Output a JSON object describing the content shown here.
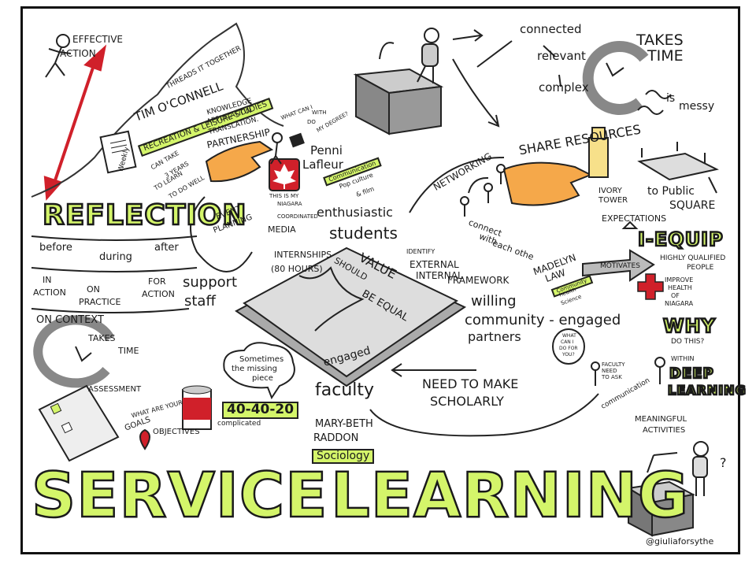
{
  "title_service": "SERVICE",
  "title_learning": "LEARNING",
  "credit": "@giuliaforsythe",
  "effective_action": [
    "EFFECTIVE",
    "ACTION"
  ],
  "threads_together": "THREADS IT TOGETHER",
  "tim": {
    "name": "TIM O'CONNELL",
    "dept": "RECREATION & LEISURE STUDIES"
  },
  "knowledge": [
    "KNOWLEDGE",
    "APPLICATION",
    "TRANSLATION."
  ],
  "partnership": "PARTNERSHIP",
  "weekly": "Weekly",
  "can_take": [
    "CAN TAKE",
    "3 YEARS",
    "TO LEARN",
    "TO DO WELL"
  ],
  "reflection": "REFLECTION",
  "before": "before",
  "during": "during",
  "after": "after",
  "in_action": [
    "IN",
    "ACTION"
  ],
  "on_practice": [
    "ON",
    "PRACTICE"
  ],
  "for_action": [
    "FOR",
    "ACTION"
  ],
  "on_context": "ON   CONTEXT",
  "takes_time_small": [
    "TAKES",
    "TIME"
  ],
  "assessment": "ASSESSMENT",
  "goals": [
    "WHAT ARE YOUR",
    "GOALS"
  ],
  "objectives": "OBJECTIVES",
  "missing_piece": [
    "Sometimes",
    "the missing",
    "piece"
  ],
  "ratio": "40-40-20",
  "complicated": "complicated",
  "support_staff": [
    "support",
    "staff"
  ],
  "event_planning": [
    "EVENT",
    "PLANNING"
  ],
  "this_is_niagara": [
    "THIS IS MY",
    "NIAGARA"
  ],
  "coordinated_media": [
    "COORDINATED",
    "MEDIA"
  ],
  "internships": [
    "INTERNSHIPS",
    "(80 HOURS)"
  ],
  "what_can_i_do": [
    "WHAT CAN I",
    "DO",
    "WITH",
    "MY DEGREE?"
  ],
  "penni": {
    "name": [
      "Penni",
      "Lafleur"
    ],
    "dept": [
      "Communication",
      "Pop culture",
      "& film"
    ]
  },
  "enthusiastic": [
    "enthusiastic",
    "students"
  ],
  "value": "VALUE",
  "should": "SHOULD",
  "be_equal": "BE EQUAL",
  "engaged": "engaged",
  "faculty": "faculty",
  "mary_beth": {
    "name": [
      "MARY-BETH",
      "RADDON"
    ],
    "dept": "Sociology"
  },
  "need_scholarly": [
    "NEED TO MAKE",
    "SCHOLARLY"
  ],
  "connected": [
    "connected",
    "relevant",
    "complex"
  ],
  "takes_time_big": [
    "TAKES",
    "TIME"
  ],
  "is_messy": [
    "is",
    "messy"
  ],
  "networking": "NETWORKING",
  "share_resources": "SHARE RESOURCES",
  "connect": [
    "connect",
    "with",
    "each othe"
  ],
  "ivory_tower": [
    "IVORY",
    "TOWER"
  ],
  "public_square": [
    "to Public",
    "SQUARE"
  ],
  "expectations": "EXPECTATIONS",
  "iequip": "I-EQUIP",
  "qualified": [
    "HIGHLY QUALIFIED",
    "PEOPLE"
  ],
  "improve": [
    "IMPROVE",
    "HEALTH",
    "OF",
    "NIAGARA"
  ],
  "identify": "IDENTIFY",
  "framework": [
    "EXTERNAL",
    "INTERNAL",
    "FRAMEWORK"
  ],
  "madelyn": {
    "name": [
      "MADELYN",
      "LAW"
    ],
    "dept": [
      "Community",
      "health",
      "Science"
    ]
  },
  "motivates": "MOTIVATES",
  "willing": "willing",
  "community": [
    "community - engaged",
    "partners"
  ],
  "why": "WHY",
  "do_this": "DO THIS?",
  "within": "WITHIN",
  "deep_learning": [
    "DEEP",
    "LEARNING"
  ],
  "what_can_i_do_for_you": [
    "WHAT",
    "CAN I",
    "DO FOR",
    "YOU?"
  ],
  "faculty_need_to_ask": [
    "FACULTY",
    "NEED",
    "TO ASK"
  ],
  "communication": "communication",
  "meaningful": [
    "MEANINGFUL",
    "ACTIVITIES"
  ],
  "question": "?",
  "colors": {
    "accent": "#d4f56a",
    "red": "#d0202a",
    "skin": "#f5a84a",
    "ink": "#1a1a1a",
    "box": "#888888"
  }
}
